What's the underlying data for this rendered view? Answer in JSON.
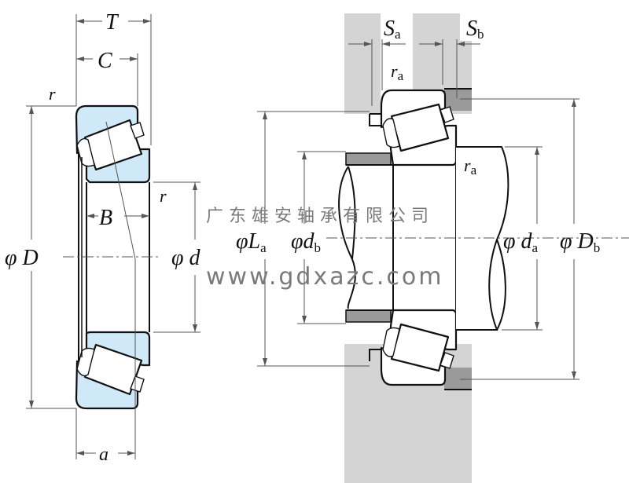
{
  "figure": {
    "type": "tapered roller bearing dimension and mounting diagram",
    "colors": {
      "ring_fill": "#cfe9f8",
      "housing_fill": "#d4d4d4",
      "spacer_fill": "#9a9a9a",
      "outline": "#111111",
      "dimension_line": "#555555",
      "watermark": "#7a7a7a"
    }
  },
  "bearing_view": {
    "labels": {
      "T": "T",
      "C": "C",
      "B": "B",
      "a": "a",
      "r_outer": "r",
      "r_inner": "r",
      "phi_D": "φ D",
      "phi_d": "φ d"
    }
  },
  "mounting_view": {
    "labels": {
      "S_a_main": "S",
      "S_a_sub": "a",
      "S_b_main": "S",
      "S_b_sub": "b",
      "r_a_top_main": "r",
      "r_a_top_sub": "a",
      "r_a_shaft_main": "r",
      "r_a_shaft_sub": "a",
      "phi_La_main": "φL",
      "phi_La_sub": "a",
      "phi_db_main": "φd",
      "phi_db_sub": "b",
      "phi_da_main": "φ d",
      "phi_da_sub": "a",
      "phi_Db_main": "φ D",
      "phi_Db_sub": "b"
    }
  },
  "watermark": {
    "company": "广 东 雄 安 轴 承 有 限 公 司",
    "url": "www.gdxazc.com"
  }
}
